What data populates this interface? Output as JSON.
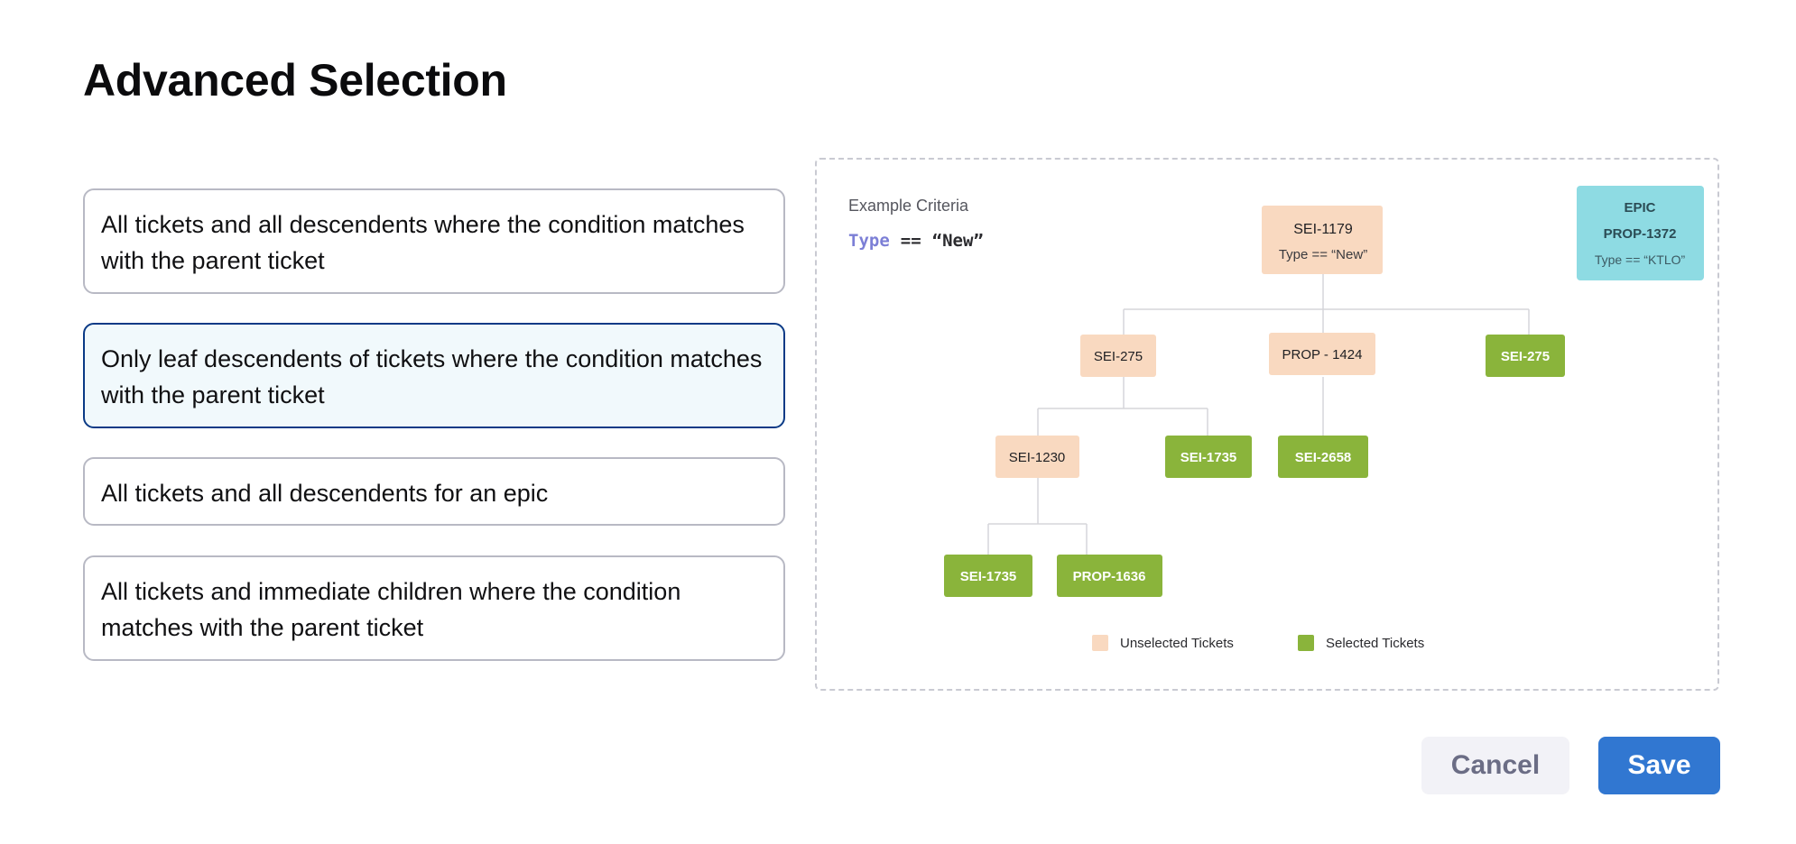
{
  "dialog": {
    "title": "Advanced Selection"
  },
  "options": [
    {
      "label": "All tickets and all descendents where the condition matches with the parent ticket",
      "selected": false
    },
    {
      "label": "Only leaf descendents of tickets where the condition matches with the parent ticket",
      "selected": true
    },
    {
      "label": "All tickets and all descendents for an epic",
      "selected": false
    },
    {
      "label": "All tickets and immediate children where the condition matches with the parent ticket",
      "selected": false
    }
  ],
  "example": {
    "heading": "Example Criteria",
    "keyword": "Type",
    "operator": "==",
    "value": "“New”"
  },
  "epic": {
    "label": "EPIC",
    "id": "PROP-1372",
    "condition": "Type == “KTLO”"
  },
  "tree": {
    "root": {
      "id": "SEI-1179",
      "condition": "Type == “New”"
    },
    "nodes": {
      "n1": "SEI-275",
      "n2": "PROP - 1424",
      "n3": "SEI-275",
      "n4": "SEI-1230",
      "n5": "SEI-1735",
      "n6": "SEI-2658",
      "n7": "SEI-1735",
      "n8": "PROP-1636"
    }
  },
  "legend": {
    "unselected": "Unselected Tickets",
    "selected": "Selected Tickets"
  },
  "colors": {
    "unselected": "#f9d9c0",
    "selected": "#8ab43b",
    "epic": "#8edbe3",
    "selected_border": "#0a3a86",
    "save": "#3177d1",
    "keyword": "#7c7fd6"
  },
  "footer": {
    "cancel_label": "Cancel",
    "save_label": "Save"
  }
}
